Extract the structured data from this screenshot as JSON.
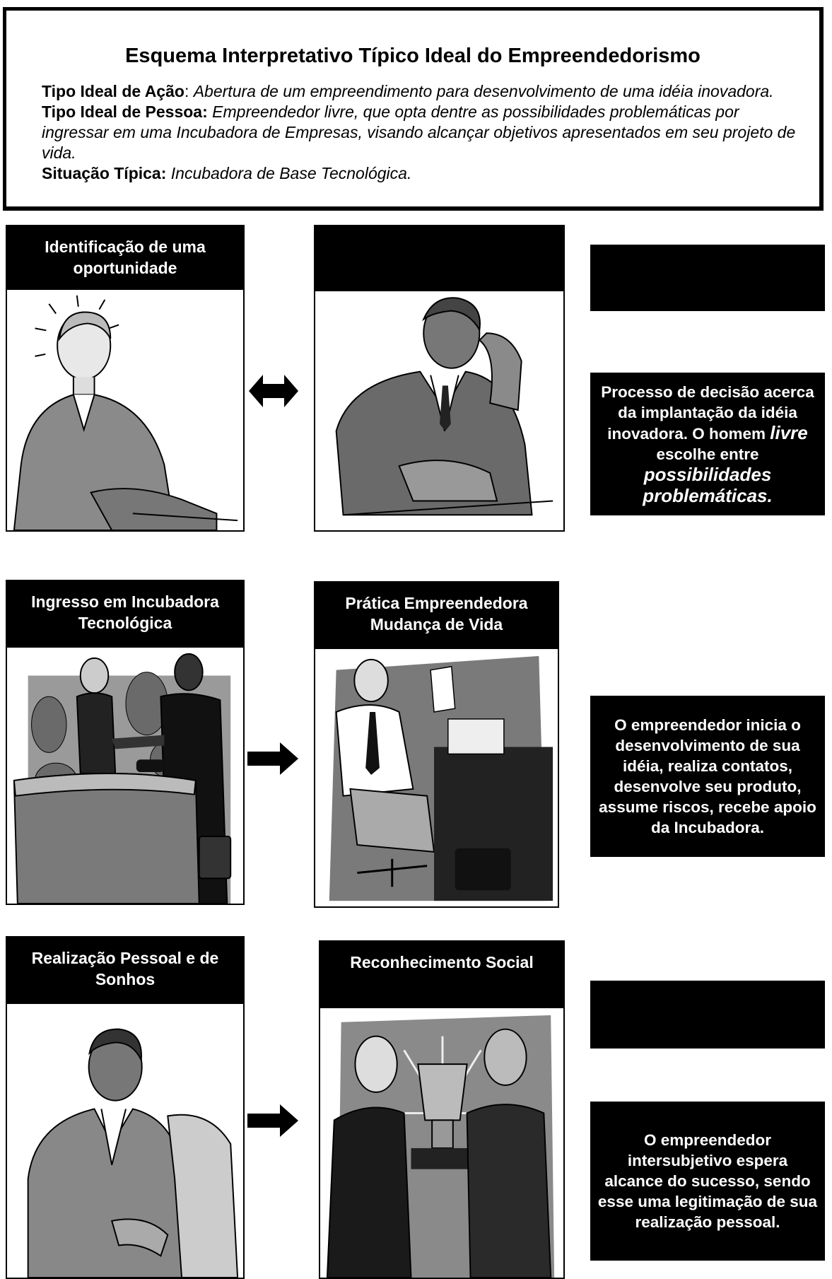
{
  "header": {
    "title": "Esquema Interpretativo Típico Ideal do Empreendedorismo",
    "acao_label": "Tipo Ideal de Ação",
    "acao_text": "Abertura de um empreendimento para desenvolvimento de uma idéia inovadora.",
    "pessoa_label": "Tipo Ideal de Pessoa:",
    "pessoa_text": "Empreendedor livre, que opta dentre as possibilidades problemáticas por ingressar em uma Incubadora de Empresas, visando alcançar objetivos apresentados em seu projeto de vida.",
    "situacao_label": "Situação Típica:",
    "situacao_text": "Incubadora de Base Tecnológica."
  },
  "panels": {
    "p1": "Identificação de uma oportunidade",
    "p2": "",
    "p3": "Ingresso em Incubadora Tecnológica",
    "p4": "Prática Empreendedora Mudança de Vida",
    "p5": "Realização Pessoal e de Sonhos",
    "p6": "Reconhecimento Social"
  },
  "side": {
    "s1_a": "Processo de decisão acerca da implantação da idéia inovadora. O homem ",
    "s1_livre": "livre",
    "s1_b": " escolhe entre ",
    "s1_poss": "possibilidades problemáticas.",
    "s2": "O empreendedor inicia o desenvolvimento de sua idéia, realiza contatos, desenvolve seu produto, assume riscos, recebe apoio da Incubadora.",
    "s3": "O empreendedor intersubjetivo espera alcance do sucesso, sendo esse uma legitimação de sua realização pessoal."
  }
}
